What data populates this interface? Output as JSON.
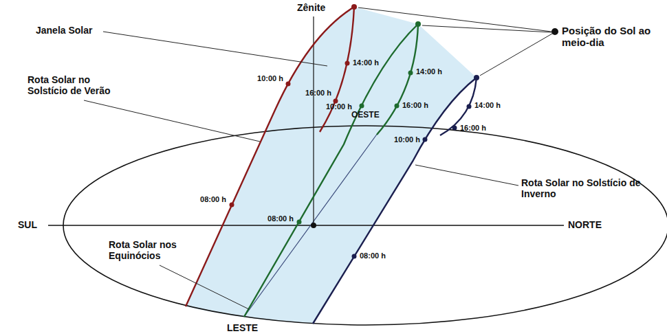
{
  "diagram": {
    "labels": [
      "Zênite",
      "Janela Solar",
      "Posição do Sol ao meio-dia",
      "Rota Solar no Solstício de Verão",
      "OESTE",
      "Rota Solar no Solstício de Inverno",
      "SUL",
      "NORTE",
      "Rota Solar nos Equinócios",
      "LESTE",
      "14:00 h",
      "10:00 h",
      "16:00 h",
      "08:00 h",
      "14:00 h",
      "10:00 h",
      "16:00 h",
      "08:00 h",
      "14:00 h",
      "10:00 h",
      "16:00 h",
      "08:00 h"
    ]
  }
}
